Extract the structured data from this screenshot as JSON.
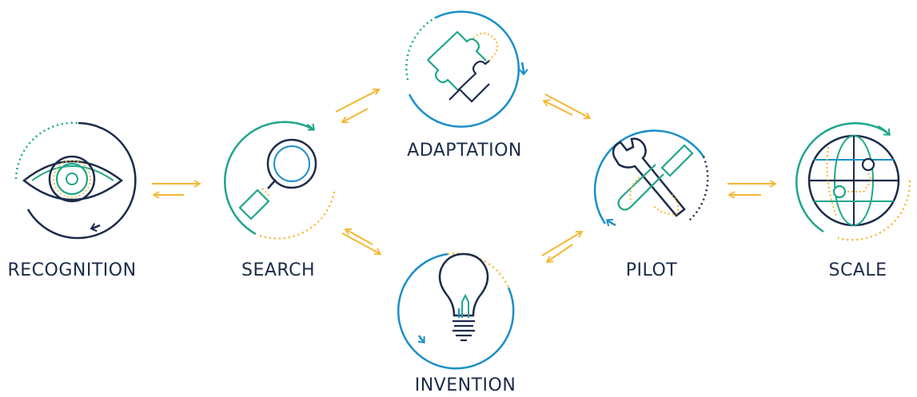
{
  "colors": {
    "navy": "#1c2b4a",
    "teal": "#1fa68a",
    "blue": "#1a8fc9",
    "yellow": "#f5b731"
  },
  "stages": {
    "recognition": {
      "label": "RECOGNITION",
      "icon": "eye-icon"
    },
    "search": {
      "label": "SEARCH",
      "icon": "magnifier-icon"
    },
    "adaptation": {
      "label": "ADAPTATION",
      "icon": "puzzle-piece-icon"
    },
    "invention": {
      "label": "INVENTION",
      "icon": "lightbulb-icon"
    },
    "pilot": {
      "label": "PILOT",
      "icon": "wrench-screwdriver-icon"
    },
    "scale": {
      "label": "SCALE",
      "icon": "globe-icon"
    }
  },
  "connections": [
    {
      "from": "recognition",
      "to": "search",
      "type": "bidirectional"
    },
    {
      "from": "search",
      "to": "adaptation",
      "type": "bidirectional"
    },
    {
      "from": "search",
      "to": "invention",
      "type": "bidirectional"
    },
    {
      "from": "adaptation",
      "to": "pilot",
      "type": "bidirectional"
    },
    {
      "from": "invention",
      "to": "pilot",
      "type": "bidirectional"
    },
    {
      "from": "pilot",
      "to": "scale",
      "type": "bidirectional"
    }
  ]
}
